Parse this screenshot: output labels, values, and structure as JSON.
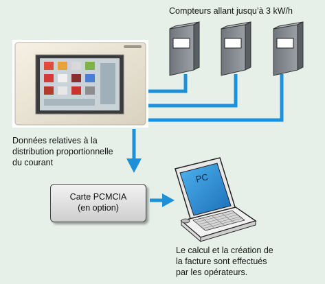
{
  "captions": {
    "meters": "Compteurs allant jusqu’à 3 kW/h",
    "distribution_lines": [
      "Données relatives à la",
      "distribution proportionnelle",
      "du courant"
    ],
    "calculation_lines": [
      "Le calcul et la création de",
      "la facture sont effectués",
      "par les opérateurs."
    ]
  },
  "card": {
    "title": "Carte PCMCIA",
    "subtitle": "(en option)"
  },
  "laptop": {
    "screen_label": "PC"
  },
  "colors": {
    "background": "#e6f0e8",
    "connector": "#1e90d8",
    "meter_body": "#8a8f94",
    "laptop_screen": "#2d8fd6"
  }
}
